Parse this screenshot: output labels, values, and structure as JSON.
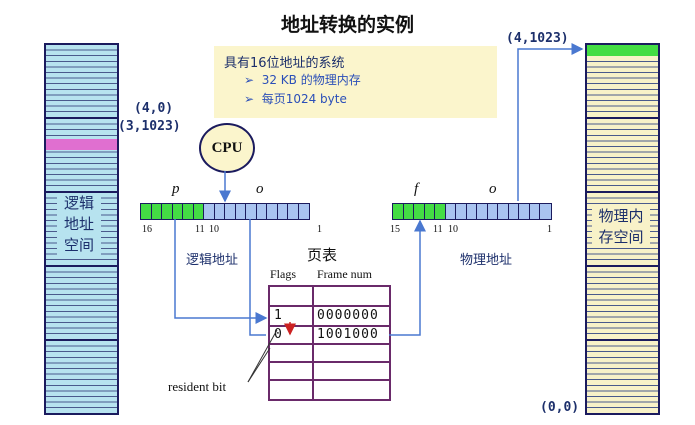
{
  "title": "地址转换的实例",
  "info": {
    "heading": "具有16位地址的系统",
    "bullets": [
      "32 KB 的物理内存",
      "每页1024 byte"
    ]
  },
  "cpu_label": "CPU",
  "logical_memory": {
    "label": "逻辑地址空间",
    "label_lines": [
      "逻辑",
      "地址",
      "空间"
    ]
  },
  "physical_memory": {
    "label": "物理内存空间",
    "label_lines": [
      "物理内",
      "存空间"
    ]
  },
  "addresses": {
    "top_phys": "(4,1023)",
    "mark_4_0": "(4,0)",
    "mark_3_1023": "(3,1023)",
    "bottom_phys": "(0,0)"
  },
  "logical_register": {
    "p": "p",
    "o": "o",
    "bit16": "16",
    "bit11": "11",
    "bit10": "10",
    "bit1": "1",
    "caption": "逻辑地址"
  },
  "physical_register": {
    "f": "f",
    "o": "o",
    "bit15": "15",
    "bit11": "11",
    "bit10": "10",
    "bit1": "1",
    "caption": "物理地址"
  },
  "page_table": {
    "title": "页表",
    "header_flags": "Flags",
    "header_frame": "Frame num",
    "rows": [
      {
        "flag": "1",
        "frame": "0000000"
      },
      {
        "flag": "0",
        "frame": "1001000"
      }
    ],
    "resident_label": "resident bit"
  },
  "colors": {
    "logical_bg": "#b7e3ef",
    "physical_bg": "#f8f2c8",
    "highlight_pink": "#e06fd0",
    "highlight_green": "#44dd44",
    "arrow": "#4a78d0"
  }
}
